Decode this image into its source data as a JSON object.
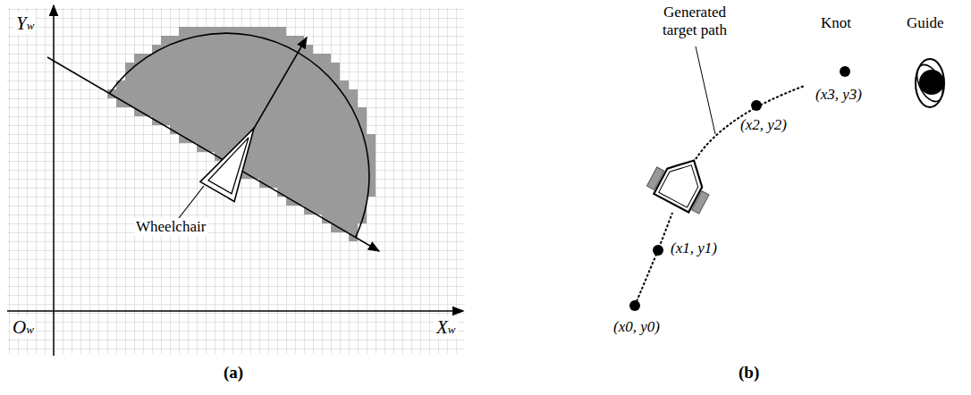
{
  "diagram": {
    "labels": [
      "Yw",
      "Ow",
      "Xw",
      "Wheelchair",
      "(a)",
      "Generated target path",
      "Knot",
      "(x3, y3)",
      "(x2, y2)",
      "(x1, y1)",
      "(x0, y0)",
      "Guide",
      "(b)"
    ]
  }
}
